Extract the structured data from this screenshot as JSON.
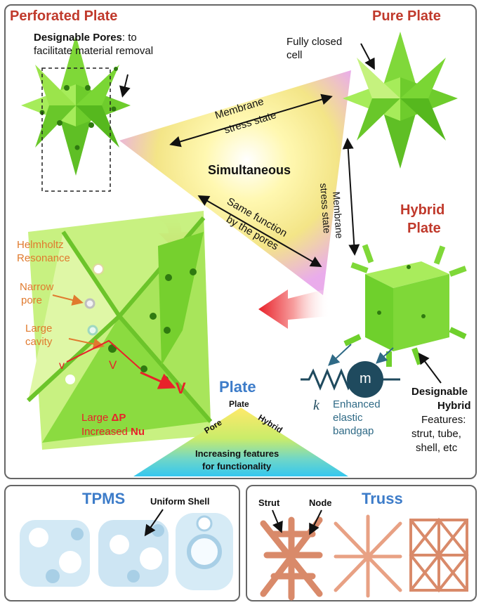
{
  "main_panel": {
    "perforated": {
      "title": "Perforated Plate",
      "pores_bold": "Designable Pores",
      "pores_rest": ": to",
      "pores_line2": "facilitate material removal"
    },
    "pure": {
      "title": "Pure Plate",
      "closed_line1": "Fully closed",
      "closed_line2": "cell"
    },
    "hybrid": {
      "title_line1": "Hybrid",
      "title_line2": "Plate"
    },
    "center": {
      "simultaneous": "Simultaneous",
      "membrane_top_1": "Membrane",
      "membrane_top_2": "stress state",
      "membrane_right_1": "Membrane",
      "membrane_right_2": "stress state",
      "same_function_1": "Same function",
      "same_function_2": "by the pores"
    },
    "acoustic": {
      "helmholtz_1": "Helmholtz",
      "helmholtz_2": "Resonance",
      "narrow_1": "Narrow",
      "narrow_2": "pore",
      "cavity_1": "Large",
      "cavity_2": "cavity",
      "v_small": "v",
      "v_mid": "V",
      "v_big": "V",
      "large_prefix": "Large ",
      "large_dp": "ΔP",
      "increased_prefix": "Increased ",
      "increased_nu": "Nu"
    },
    "spring": {
      "mass_label": "m",
      "k_label": "k",
      "enhanced_1": "Enhanced",
      "enhanced_2": "elastic",
      "enhanced_3": "bandgap"
    },
    "designable_hybrid": {
      "line1": "Designable",
      "line2": "Hybrid",
      "features_1": "Features:",
      "features_2": "strut, tube,",
      "features_3": "shell, etc"
    },
    "triangle": {
      "plate_title": "Plate",
      "apex": "Plate",
      "left": "Pore",
      "right": "Hybrid",
      "center_1": "Increasing features",
      "center_2": "for functionality"
    }
  },
  "tpms_panel": {
    "title": "TPMS",
    "uniform_shell": "Uniform Shell"
  },
  "truss_panel": {
    "title": "Truss",
    "strut": "Strut",
    "node": "Node"
  },
  "colors": {
    "title_red": "#c0392b",
    "title_blue": "#3d7cc9",
    "annotation_orange": "#e07a2e",
    "teal": "#2f6a86",
    "plate_green": "#86e03a",
    "tpms_blue": "#cfe6f3",
    "truss_copper": "#d98a6a"
  }
}
